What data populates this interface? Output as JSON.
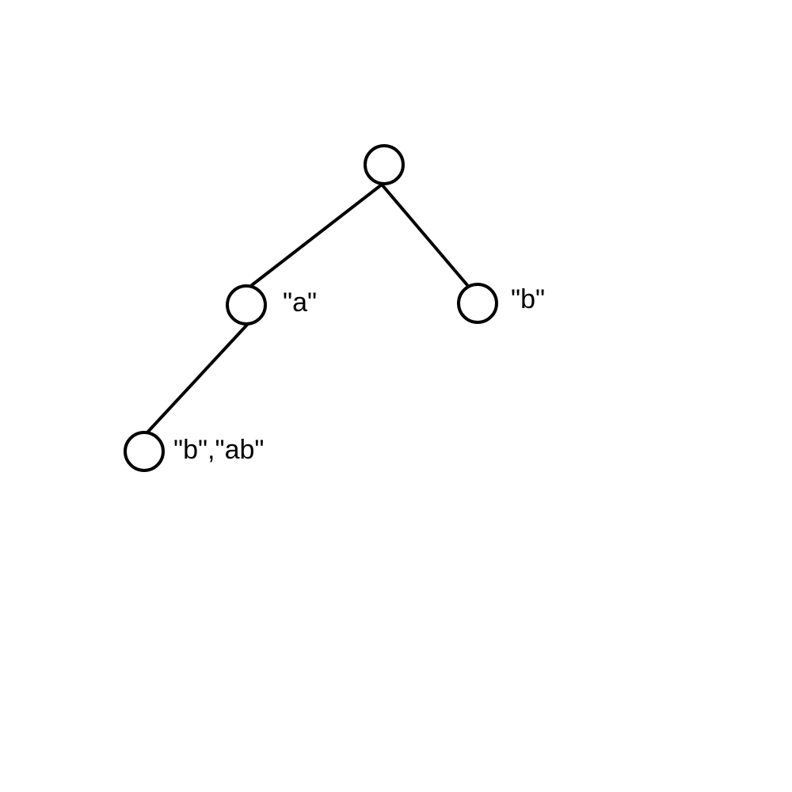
{
  "diagram": {
    "type": "tree",
    "nodes": [
      {
        "id": "root",
        "label": ""
      },
      {
        "id": "n_a",
        "label": "\"a\""
      },
      {
        "id": "n_b",
        "label": "\"b\""
      },
      {
        "id": "n_ab",
        "label": "\"b\",\"ab\""
      }
    ],
    "edges": [
      {
        "from": "root",
        "to": "n_a"
      },
      {
        "from": "root",
        "to": "n_b"
      },
      {
        "from": "n_a",
        "to": "n_ab"
      }
    ]
  }
}
